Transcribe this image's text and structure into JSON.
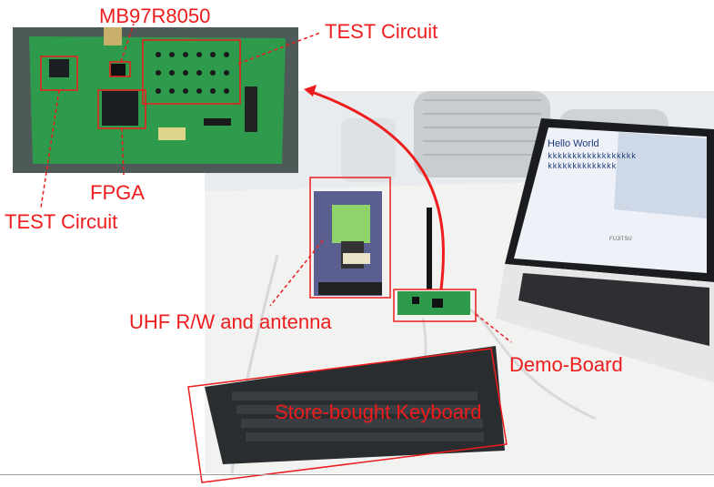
{
  "labels": {
    "chip": "MB97R8050",
    "test_circuit_top": "TEST Circuit",
    "fpga": "FPGA",
    "test_circuit_left": "TEST Circuit",
    "uhf_rw": "UHF R/W and antenna",
    "demo_board": "Demo-Board",
    "keyboard": "Store-bought Keyboard"
  },
  "screen": {
    "hello": "Hello World",
    "line1": "kkkkkkkkkkkkkkkkkk",
    "line2": "kkkkkkkkkkkkkk"
  },
  "laptop_brand": "FUJITSU",
  "colors": {
    "annotation": "#ee1c1c",
    "pcb_green": "#2e9a4c",
    "keyboard": "#2a2d30"
  }
}
